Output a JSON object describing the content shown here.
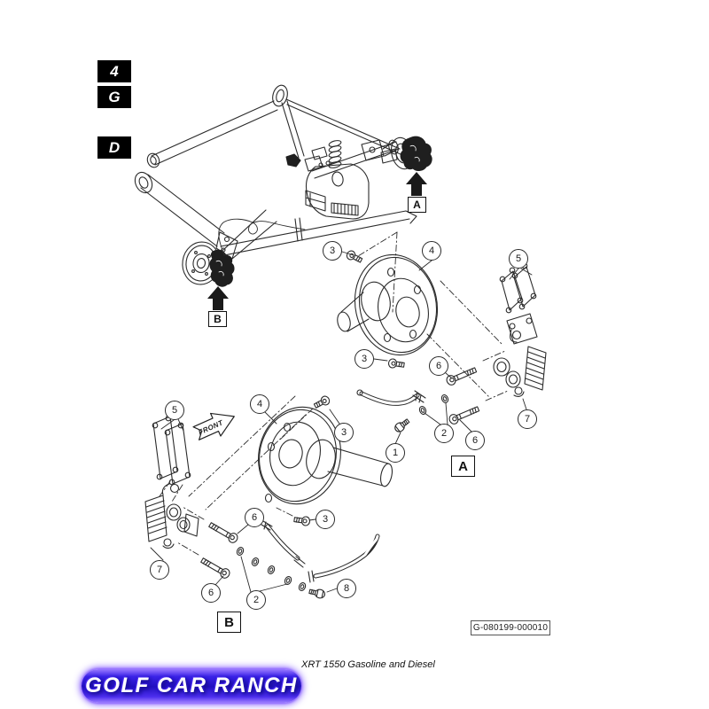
{
  "page": {
    "background": "#ffffff",
    "ink": "#2b2b2b"
  },
  "section_tabs": [
    {
      "label": "4"
    },
    {
      "label": "G"
    },
    {
      "label": "D"
    }
  ],
  "main_view": {
    "marker_a": "A",
    "marker_b": "B"
  },
  "detail_a": {
    "marker": "A",
    "callouts": [
      "3",
      "4",
      "5",
      "3",
      "6",
      "2",
      "6",
      "1",
      "7"
    ]
  },
  "detail_b": {
    "marker": "B",
    "front_label": "FRONT",
    "callouts": [
      "5",
      "4",
      "3",
      "6",
      "3",
      "7",
      "6",
      "2",
      "8"
    ]
  },
  "drawing_number": "G-080199-000010",
  "footer": {
    "caption": "XRT 1550 Gasoline and Diesel"
  },
  "logo": {
    "text": "GOLF CAR RANCH",
    "pill_color": "#2d1bd6",
    "glow_color": "#7a4dff"
  }
}
